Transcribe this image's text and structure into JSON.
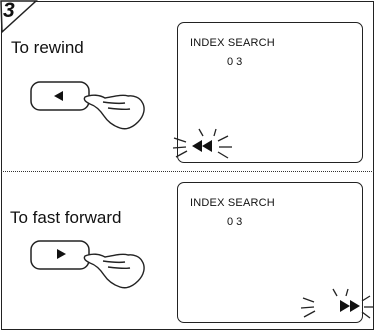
{
  "step": {
    "number": "3"
  },
  "rewind": {
    "caption": "To rewind",
    "screen_title": "INDEX SEARCH",
    "screen_value": "0 3",
    "button_icon": "rewind-play-left-triangle-icon",
    "indicator_icon": "rewind-double-left-arrow-icon"
  },
  "fast_forward": {
    "caption": "To fast forward",
    "screen_title": "INDEX SEARCH",
    "screen_value": "0 3",
    "button_icon": "play-right-triangle-icon",
    "indicator_icon": "fast-forward-double-right-arrow-icon"
  }
}
